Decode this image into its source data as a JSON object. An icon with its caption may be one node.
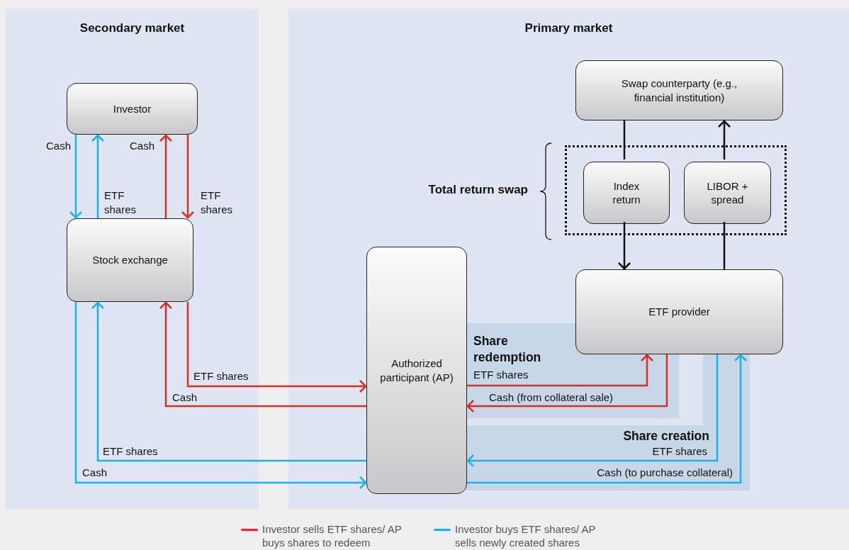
{
  "diagram": {
    "nodes": [
      {
        "text": [
          "Secondary market"
        ]
      },
      {
        "text": [
          "Primary market"
        ]
      },
      {
        "text": [
          "Investor"
        ],
        "in": 0
      },
      {
        "text": [
          "Stock exchange"
        ],
        "in": 0
      },
      {
        "text": [
          "Authorized participant (AP)"
        ],
        "in": 1
      },
      {
        "text": [
          "Swap counterparty (e.g., financial institution)"
        ],
        "in": 1
      },
      {
        "text": [
          "Total return swap"
        ],
        "in": 1
      },
      {
        "text": [
          "Index return"
        ],
        "in": 6
      },
      {
        "text": [
          "LIBOR + spread"
        ],
        "in": 6
      },
      {
        "text": [
          "ETF provider"
        ],
        "in": 1
      }
    ],
    "labels": [
      "Share redemption",
      "Share creation"
    ],
    "edges": [
      {
        "from": 2,
        "to": 3,
        "arrow": "to",
        "label": "Cash",
        "color": "#1fb0e8"
      },
      {
        "from": 3,
        "to": 2,
        "arrow": "to",
        "label": "ETF shares",
        "color": "#1fb0e8"
      },
      {
        "from": 3,
        "to": 2,
        "arrow": "to",
        "label": "Cash",
        "color": "#d0312d"
      },
      {
        "from": 2,
        "to": 3,
        "arrow": "to",
        "label": "ETF shares",
        "color": "#d0312d"
      },
      {
        "from": 3,
        "to": 4,
        "arrow": "to",
        "label": "ETF shares",
        "color": "#d0312d"
      },
      {
        "from": 4,
        "to": 3,
        "arrow": "to",
        "label": "Cash",
        "color": "#d0312d"
      },
      {
        "from": 4,
        "to": 3,
        "arrow": "to",
        "label": "ETF shares",
        "color": "#1fb0e8"
      },
      {
        "from": 3,
        "to": 4,
        "arrow": "to",
        "label": "Cash",
        "color": "#1fb0e8"
      },
      {
        "from": 4,
        "to": 9,
        "arrow": "to",
        "label": "ETF shares",
        "color": "#d0312d"
      },
      {
        "from": 9,
        "to": 4,
        "arrow": "to",
        "label": "Cash (from collateral sale)",
        "color": "#d0312d"
      },
      {
        "from": 9,
        "to": 4,
        "arrow": "to",
        "label": "ETF shares",
        "color": "#1fb0e8"
      },
      {
        "from": 4,
        "to": 9,
        "arrow": "to",
        "label": "Cash (to purchase collateral)",
        "color": "#1fb0e8"
      },
      {
        "from": 5,
        "to": 7,
        "arrow": "none",
        "color": "#111111"
      },
      {
        "from": 7,
        "to": 9,
        "arrow": "to",
        "color": "#111111"
      },
      {
        "from": 9,
        "to": 8,
        "arrow": "none",
        "color": "#111111"
      },
      {
        "from": 8,
        "to": 5,
        "arrow": "to",
        "color": "#111111"
      }
    ],
    "legend": [
      {
        "text": "Investor sells ETF shares/ AP buys shares to redeem",
        "color": "#d0312d"
      },
      {
        "text": "Investor buys ETF shares/ AP sells newly created shares",
        "color": "#1fb0e8"
      }
    ]
  }
}
